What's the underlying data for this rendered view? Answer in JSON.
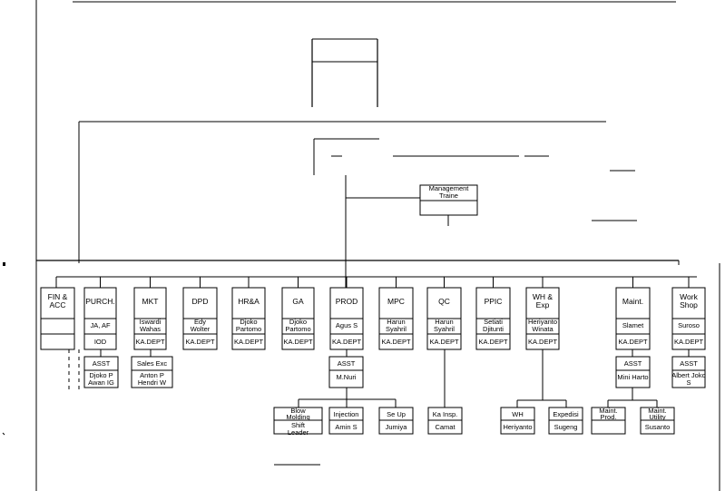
{
  "management_trainee": [
    "Management",
    "Traine"
  ],
  "departments": [
    {
      "key": "fin",
      "title": [
        "FIN &",
        "ACC"
      ],
      "name": "",
      "sub": ""
    },
    {
      "key": "purch",
      "title": [
        "PURCH."
      ],
      "name": "JA, AF",
      "sub": "IOD"
    },
    {
      "key": "mkt",
      "title": [
        "MKT"
      ],
      "name": "Iswardi Wahas",
      "sub": "KA.DEPT"
    },
    {
      "key": "dpd",
      "title": [
        "DPD"
      ],
      "name": "Edy Wolter",
      "sub": "KA.DEPT"
    },
    {
      "key": "hra",
      "title": [
        "HR&A"
      ],
      "name": "Djoko Partomo",
      "sub": "KA.DEPT"
    },
    {
      "key": "ga",
      "title": [
        "GA"
      ],
      "name": "Djoko Partomo",
      "sub": "KA.DEPT"
    },
    {
      "key": "prod",
      "title": [
        "PROD"
      ],
      "name": "Agus S",
      "sub": "KA.DEPT"
    },
    {
      "key": "mpc",
      "title": [
        "MPC"
      ],
      "name": "Harun Syahril",
      "sub": "KA.DEPT"
    },
    {
      "key": "qc",
      "title": [
        "QC"
      ],
      "name": "Harun Syahril",
      "sub": "KA.DEPT"
    },
    {
      "key": "ppic",
      "title": [
        "PPIC"
      ],
      "name": "Setiati Djitunti",
      "sub": "KA.DEPT"
    },
    {
      "key": "wh",
      "title": [
        "WH &",
        "Exp"
      ],
      "name": "Heriyanto Winata",
      "sub": "KA.DEPT"
    },
    {
      "key": "maint",
      "title": [
        "Maint."
      ],
      "name": "Slamet",
      "sub": "KA.DEPT"
    },
    {
      "key": "work",
      "title": [
        "Work",
        "Shop"
      ],
      "name": "Suroso",
      "sub": "KA.DEPT"
    }
  ],
  "sub_units": [
    {
      "key": "purch-asst",
      "title": "ASST",
      "name": "Djoko P Awan IG"
    },
    {
      "key": "mkt-sales",
      "title": "Sales Exc",
      "name": "Anton P Hendri W"
    },
    {
      "key": "prod-asst",
      "title": "ASST",
      "name": "M.Nuri"
    },
    {
      "key": "maint-asst",
      "title": "ASST",
      "name": "Mini Harto"
    },
    {
      "key": "work-asst",
      "title": "ASST",
      "name": "Albert Joko S"
    },
    {
      "key": "blow",
      "title": "Blow Molding",
      "name": "Shift Leader"
    },
    {
      "key": "injection",
      "title": "Injection",
      "name": "Amin S"
    },
    {
      "key": "setup",
      "title": "Se Up",
      "name": "Jumiya"
    },
    {
      "key": "qc-insp",
      "title": "Ka Insp.",
      "name": "Camat"
    },
    {
      "key": "wh-sub",
      "title": "WH",
      "name": "Heriyanto"
    },
    {
      "key": "expedisi",
      "title": "Expedisi",
      "name": "Sugeng"
    },
    {
      "key": "maint-prod",
      "title": "Maint. Prod.",
      "name": ""
    },
    {
      "key": "maint-util",
      "title": "Maint. Utility",
      "name": "Susanto"
    }
  ]
}
